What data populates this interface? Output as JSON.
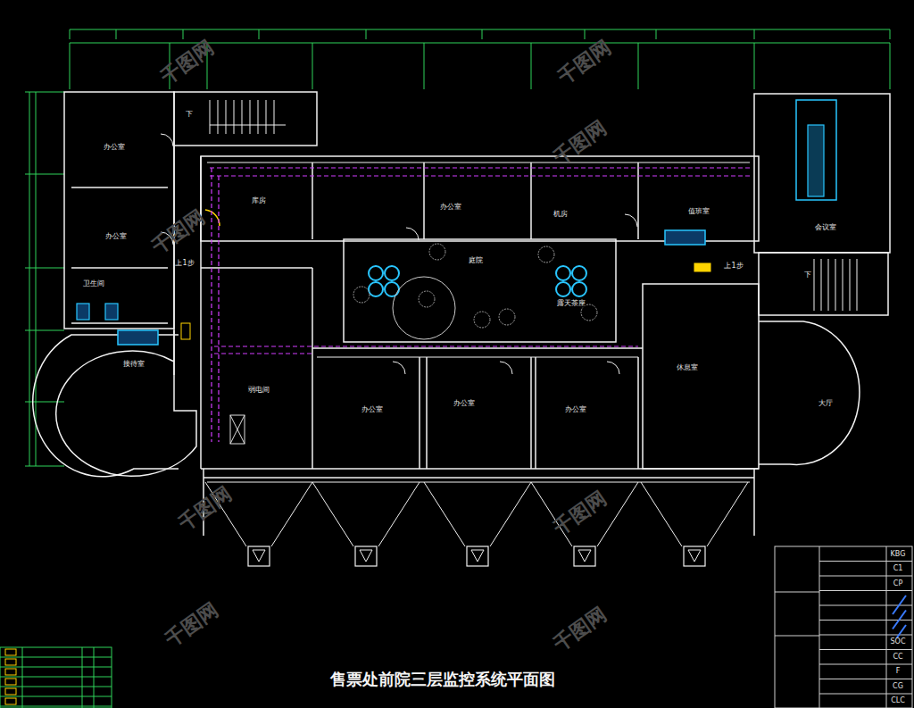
{
  "diagram": {
    "title": "售票处前院三层监控系统平面图",
    "nodes": [
      {
        "text": [
          "办公室"
        ]
      },
      {
        "text": [
          "办公室"
        ]
      },
      {
        "text": [
          "卫生间"
        ]
      },
      {
        "text": [
          "库房"
        ]
      },
      {
        "text": [
          "办公室"
        ]
      },
      {
        "text": [
          "机房"
        ]
      },
      {
        "text": [
          "值班室"
        ]
      },
      {
        "text": [
          "庭院"
        ]
      },
      {
        "text": [
          "会议室"
        ]
      },
      {
        "text": [
          "接待室"
        ]
      },
      {
        "text": [
          "弱电间"
        ]
      },
      {
        "text": [
          "办公室"
        ]
      },
      {
        "text": [
          "办公室"
        ]
      },
      {
        "text": [
          "办公室"
        ]
      },
      {
        "text": [
          "休息室"
        ]
      },
      {
        "text": [
          "大厅"
        ]
      }
    ],
    "labels": [
      "露天茶座",
      "上1步",
      "上1步",
      "下",
      "下",
      "KBG",
      "C1",
      "CP",
      "SOC",
      "CC",
      "F",
      "CG",
      "CLC",
      "千图网",
      "千图网",
      "千图网",
      "千图网",
      "千图网",
      "千图网",
      "千图网",
      "千图网"
    ]
  }
}
